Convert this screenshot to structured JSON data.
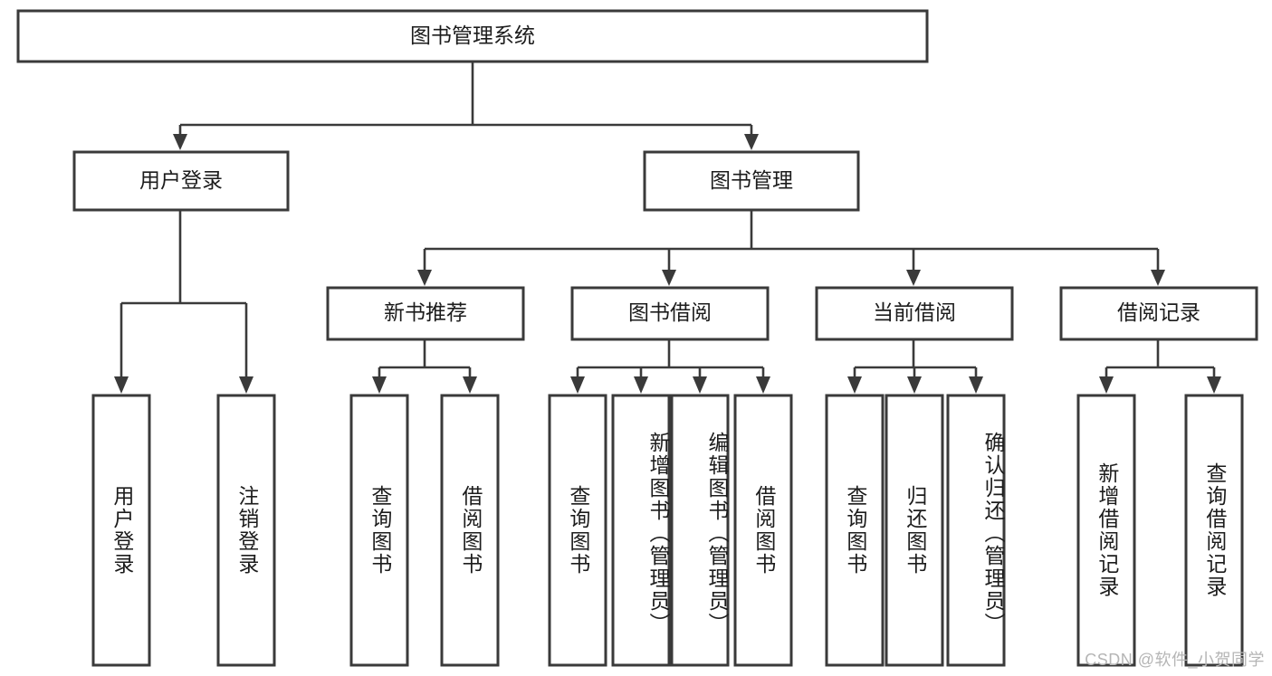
{
  "diagram": {
    "title": "图书管理系统",
    "type": "functional-decomposition-tree",
    "watermark": "CSDN @软件_小贺同学",
    "colors": {
      "box_stroke": "#3a3a3a",
      "box_fill": "#ffffff",
      "connector": "#3a3a3a",
      "text": "#1c1c1c",
      "background": "#ffffff",
      "watermark": "#b5b5b5"
    },
    "levels": {
      "root": {
        "label": "图书管理系统"
      },
      "level1": [
        {
          "id": "user-login",
          "label": "用户登录"
        },
        {
          "id": "book-management",
          "label": "图书管理"
        }
      ],
      "level2": [
        {
          "id": "new-book-recommend",
          "label": "新书推荐",
          "parent": "book-management"
        },
        {
          "id": "book-borrow",
          "label": "图书借阅",
          "parent": "book-management"
        },
        {
          "id": "current-borrow",
          "label": "当前借阅",
          "parent": "book-management"
        },
        {
          "id": "borrow-record",
          "label": "借阅记录",
          "parent": "book-management"
        }
      ],
      "leaves": [
        {
          "id": "leaf-user-login",
          "label": "用户登录",
          "parent": "user-login"
        },
        {
          "id": "leaf-logout-login",
          "label": "注销登录",
          "parent": "user-login"
        },
        {
          "id": "leaf-query-book-1",
          "label": "查询图书",
          "parent": "new-book-recommend"
        },
        {
          "id": "leaf-borrow-book-1",
          "label": "借阅图书",
          "parent": "new-book-recommend"
        },
        {
          "id": "leaf-query-book-2",
          "label": "查询图书",
          "parent": "book-borrow"
        },
        {
          "id": "leaf-add-book",
          "label": "新增图书（管理员）",
          "parent": "book-borrow"
        },
        {
          "id": "leaf-edit-book",
          "label": "编辑图书（管理员）",
          "parent": "book-borrow"
        },
        {
          "id": "leaf-borrow-book-2",
          "label": "借阅图书",
          "parent": "book-borrow"
        },
        {
          "id": "leaf-query-book-3",
          "label": "查询图书",
          "parent": "current-borrow"
        },
        {
          "id": "leaf-return-book",
          "label": "归还图书",
          "parent": "current-borrow"
        },
        {
          "id": "leaf-confirm-return",
          "label": "确认归还（管理员）",
          "parent": "current-borrow"
        },
        {
          "id": "leaf-add-record",
          "label": "新增借阅记录",
          "parent": "borrow-record"
        },
        {
          "id": "leaf-query-record",
          "label": "查询借阅记录",
          "parent": "borrow-record"
        }
      ]
    }
  }
}
